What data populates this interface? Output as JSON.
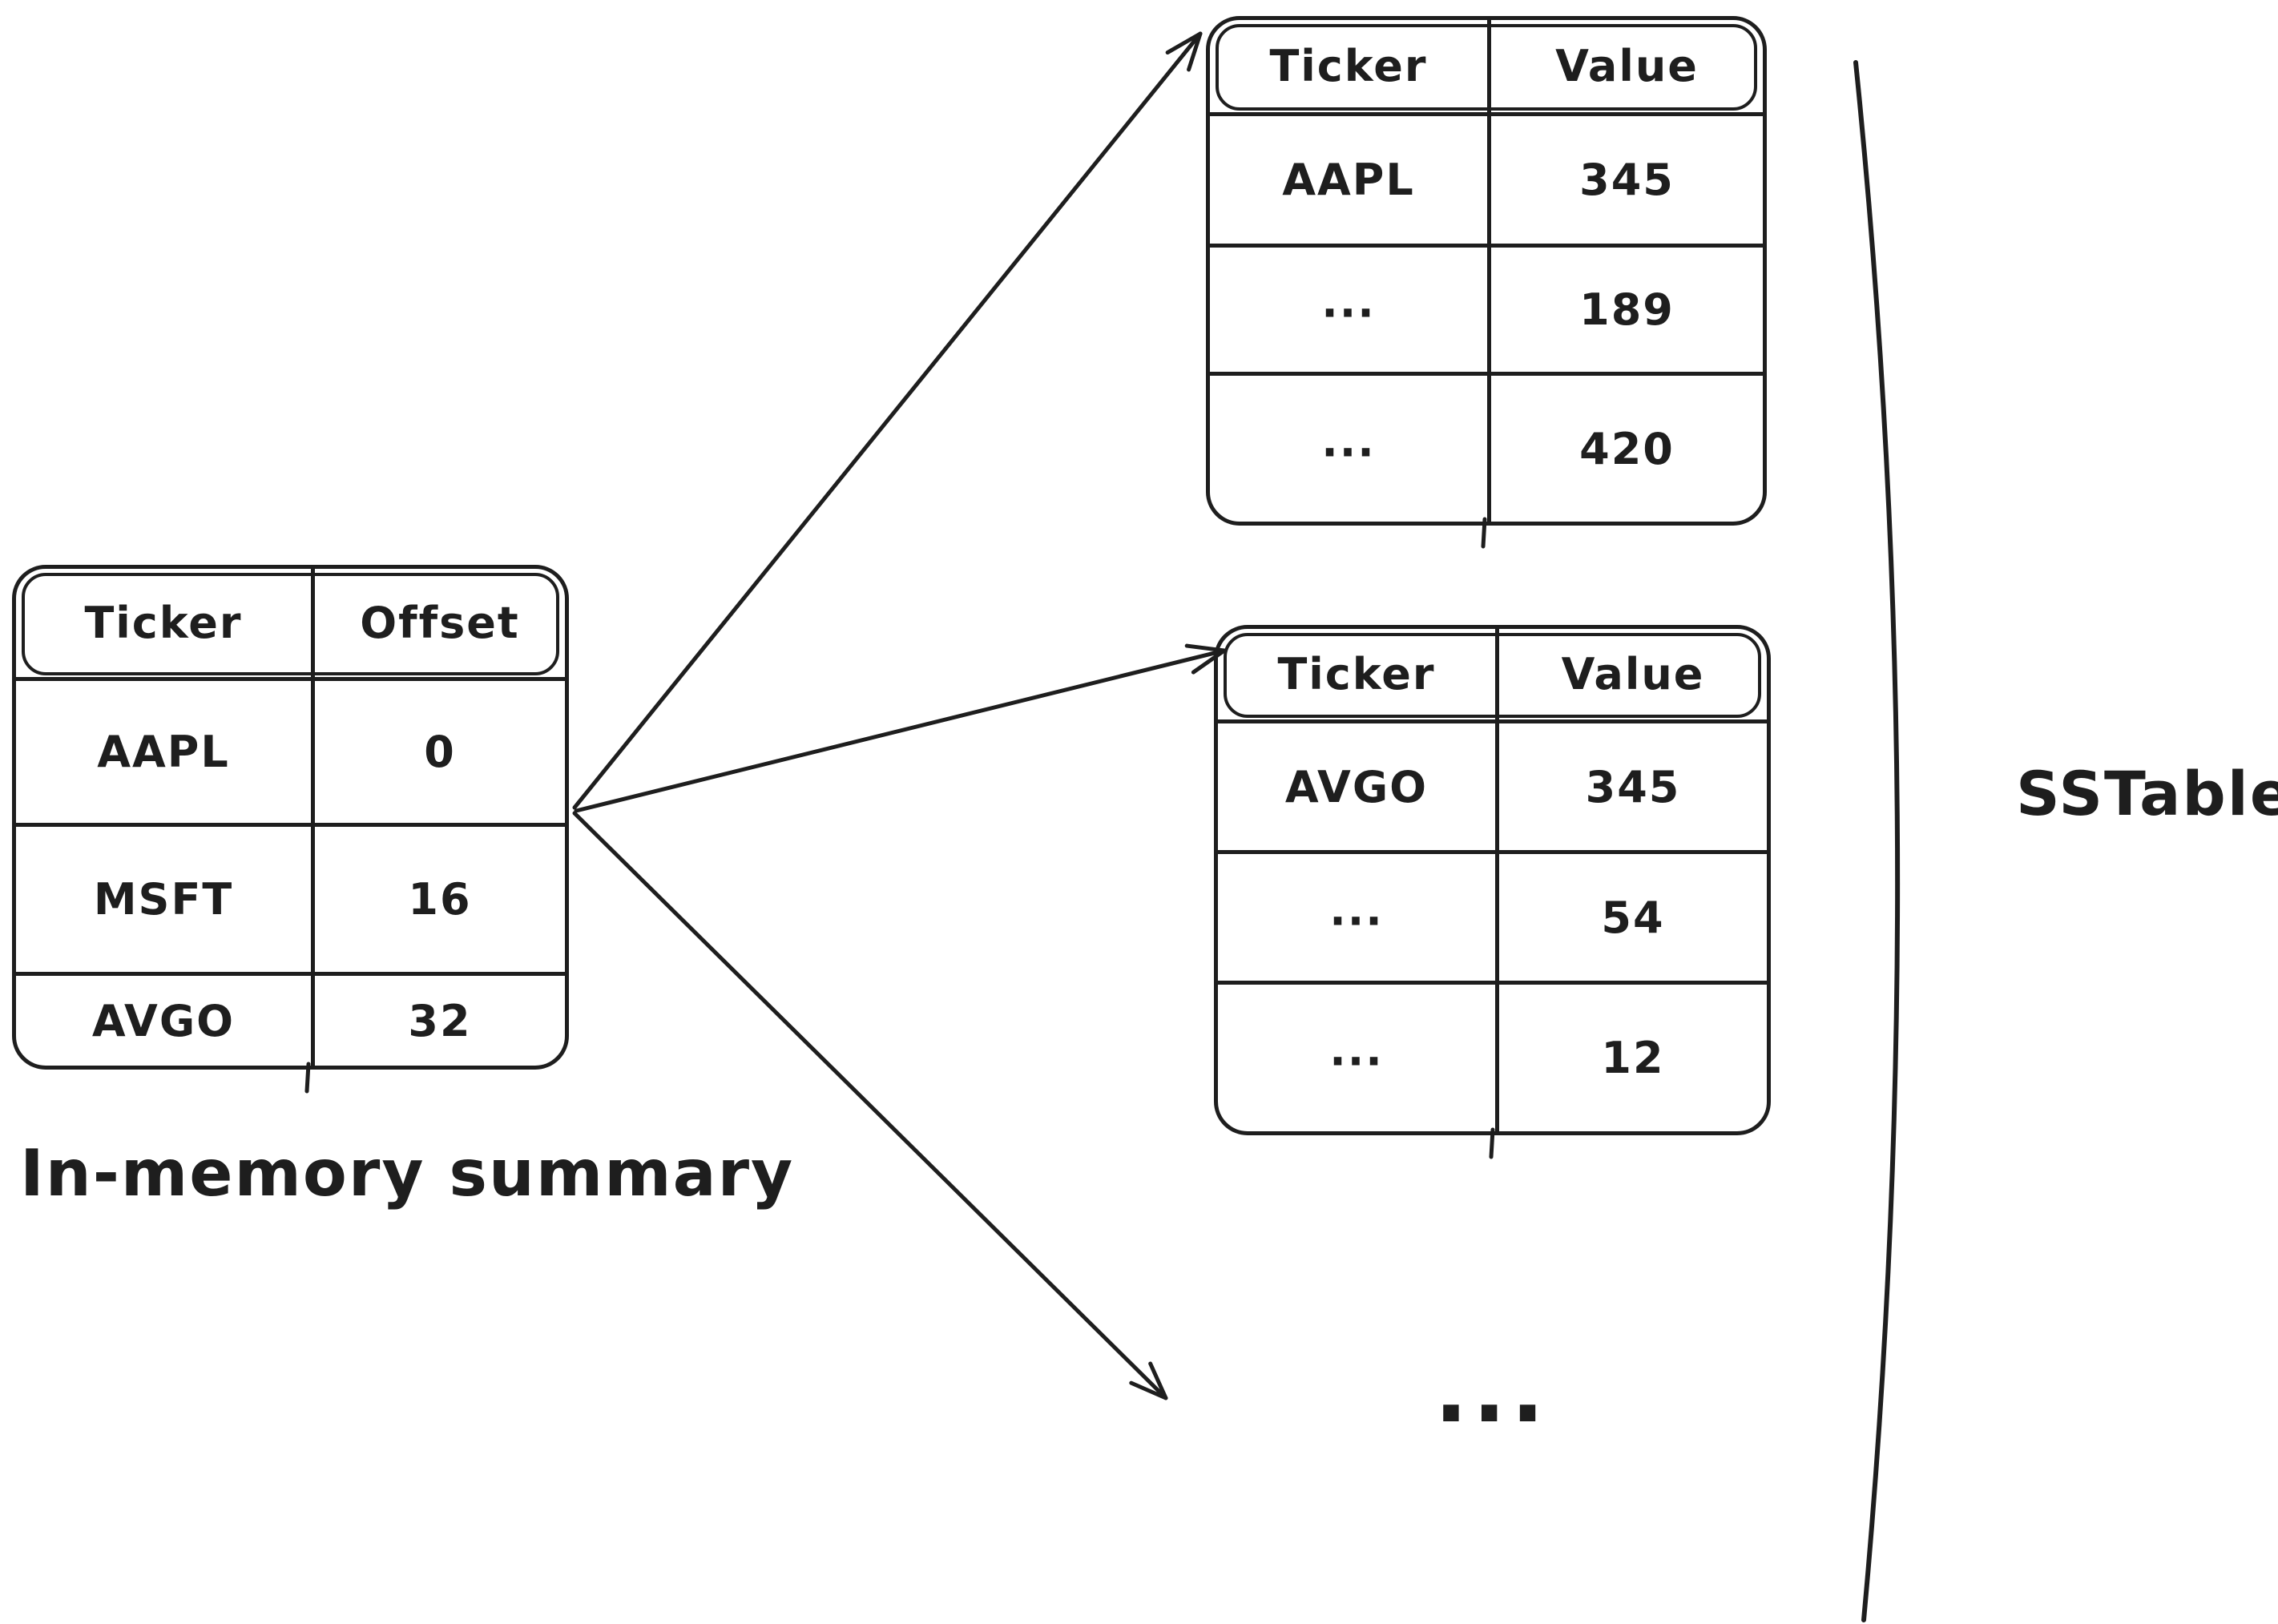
{
  "diagram": {
    "ink_color": "#1e1e1e",
    "background_color": "#ffffff",
    "summary_table": {
      "caption": "In-memory summary",
      "headers": [
        "Ticker",
        "Offset"
      ],
      "rows": [
        {
          "ticker": "AAPL",
          "value": "0"
        },
        {
          "ticker": "MSFT",
          "value": "16"
        },
        {
          "ticker": "AVGO",
          "value": "32"
        }
      ]
    },
    "segment_tables": [
      {
        "headers": [
          "Ticker",
          "Value"
        ],
        "rows": [
          {
            "ticker": "AAPL",
            "value": "345"
          },
          {
            "ticker": "...",
            "value": "189"
          },
          {
            "ticker": "...",
            "value": "420"
          }
        ]
      },
      {
        "headers": [
          "Ticker",
          "Value"
        ],
        "rows": [
          {
            "ticker": "AVGO",
            "value": "345"
          },
          {
            "ticker": "...",
            "value": "54"
          },
          {
            "ticker": "...",
            "value": "12"
          }
        ]
      }
    ],
    "more_segments_ellipsis": "...",
    "sstable_caption": "SSTable"
  }
}
